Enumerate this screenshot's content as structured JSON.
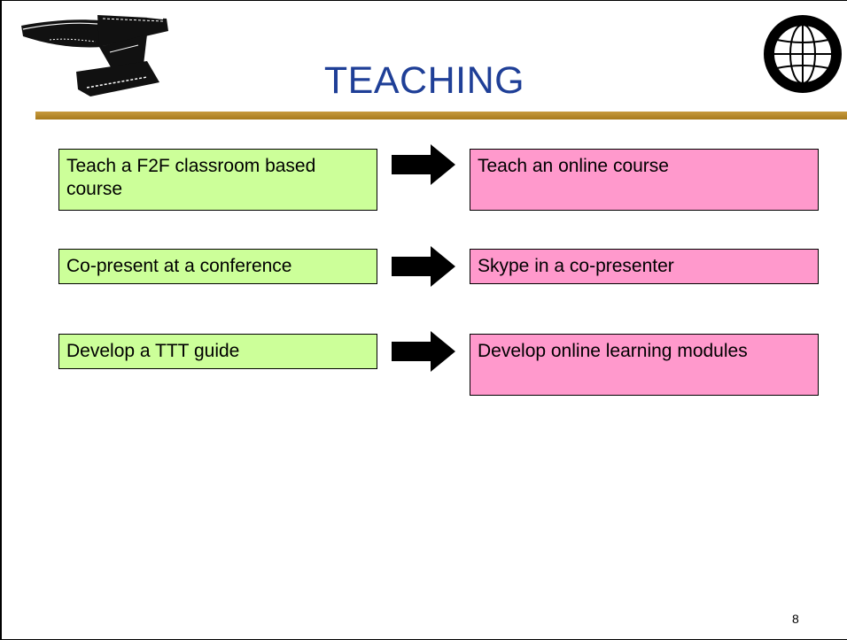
{
  "slide": {
    "title": "TEACHING",
    "page_number": "8",
    "colors": {
      "title": "#1f3f97",
      "rule": "#b8862b",
      "left_box": "#ccff99",
      "right_box": "#ff99cc"
    },
    "icons": {
      "left": "anvil-icon",
      "right": "globe-icon",
      "connector": "right-arrow-icon"
    },
    "rows": [
      {
        "from": "Teach a F2F classroom based course",
        "to": "Teach an online course"
      },
      {
        "from": "Co-present at a conference",
        "to": "Skype in a co-presenter"
      },
      {
        "from": "Develop a TTT guide",
        "to": "Develop online learning modules"
      }
    ]
  }
}
